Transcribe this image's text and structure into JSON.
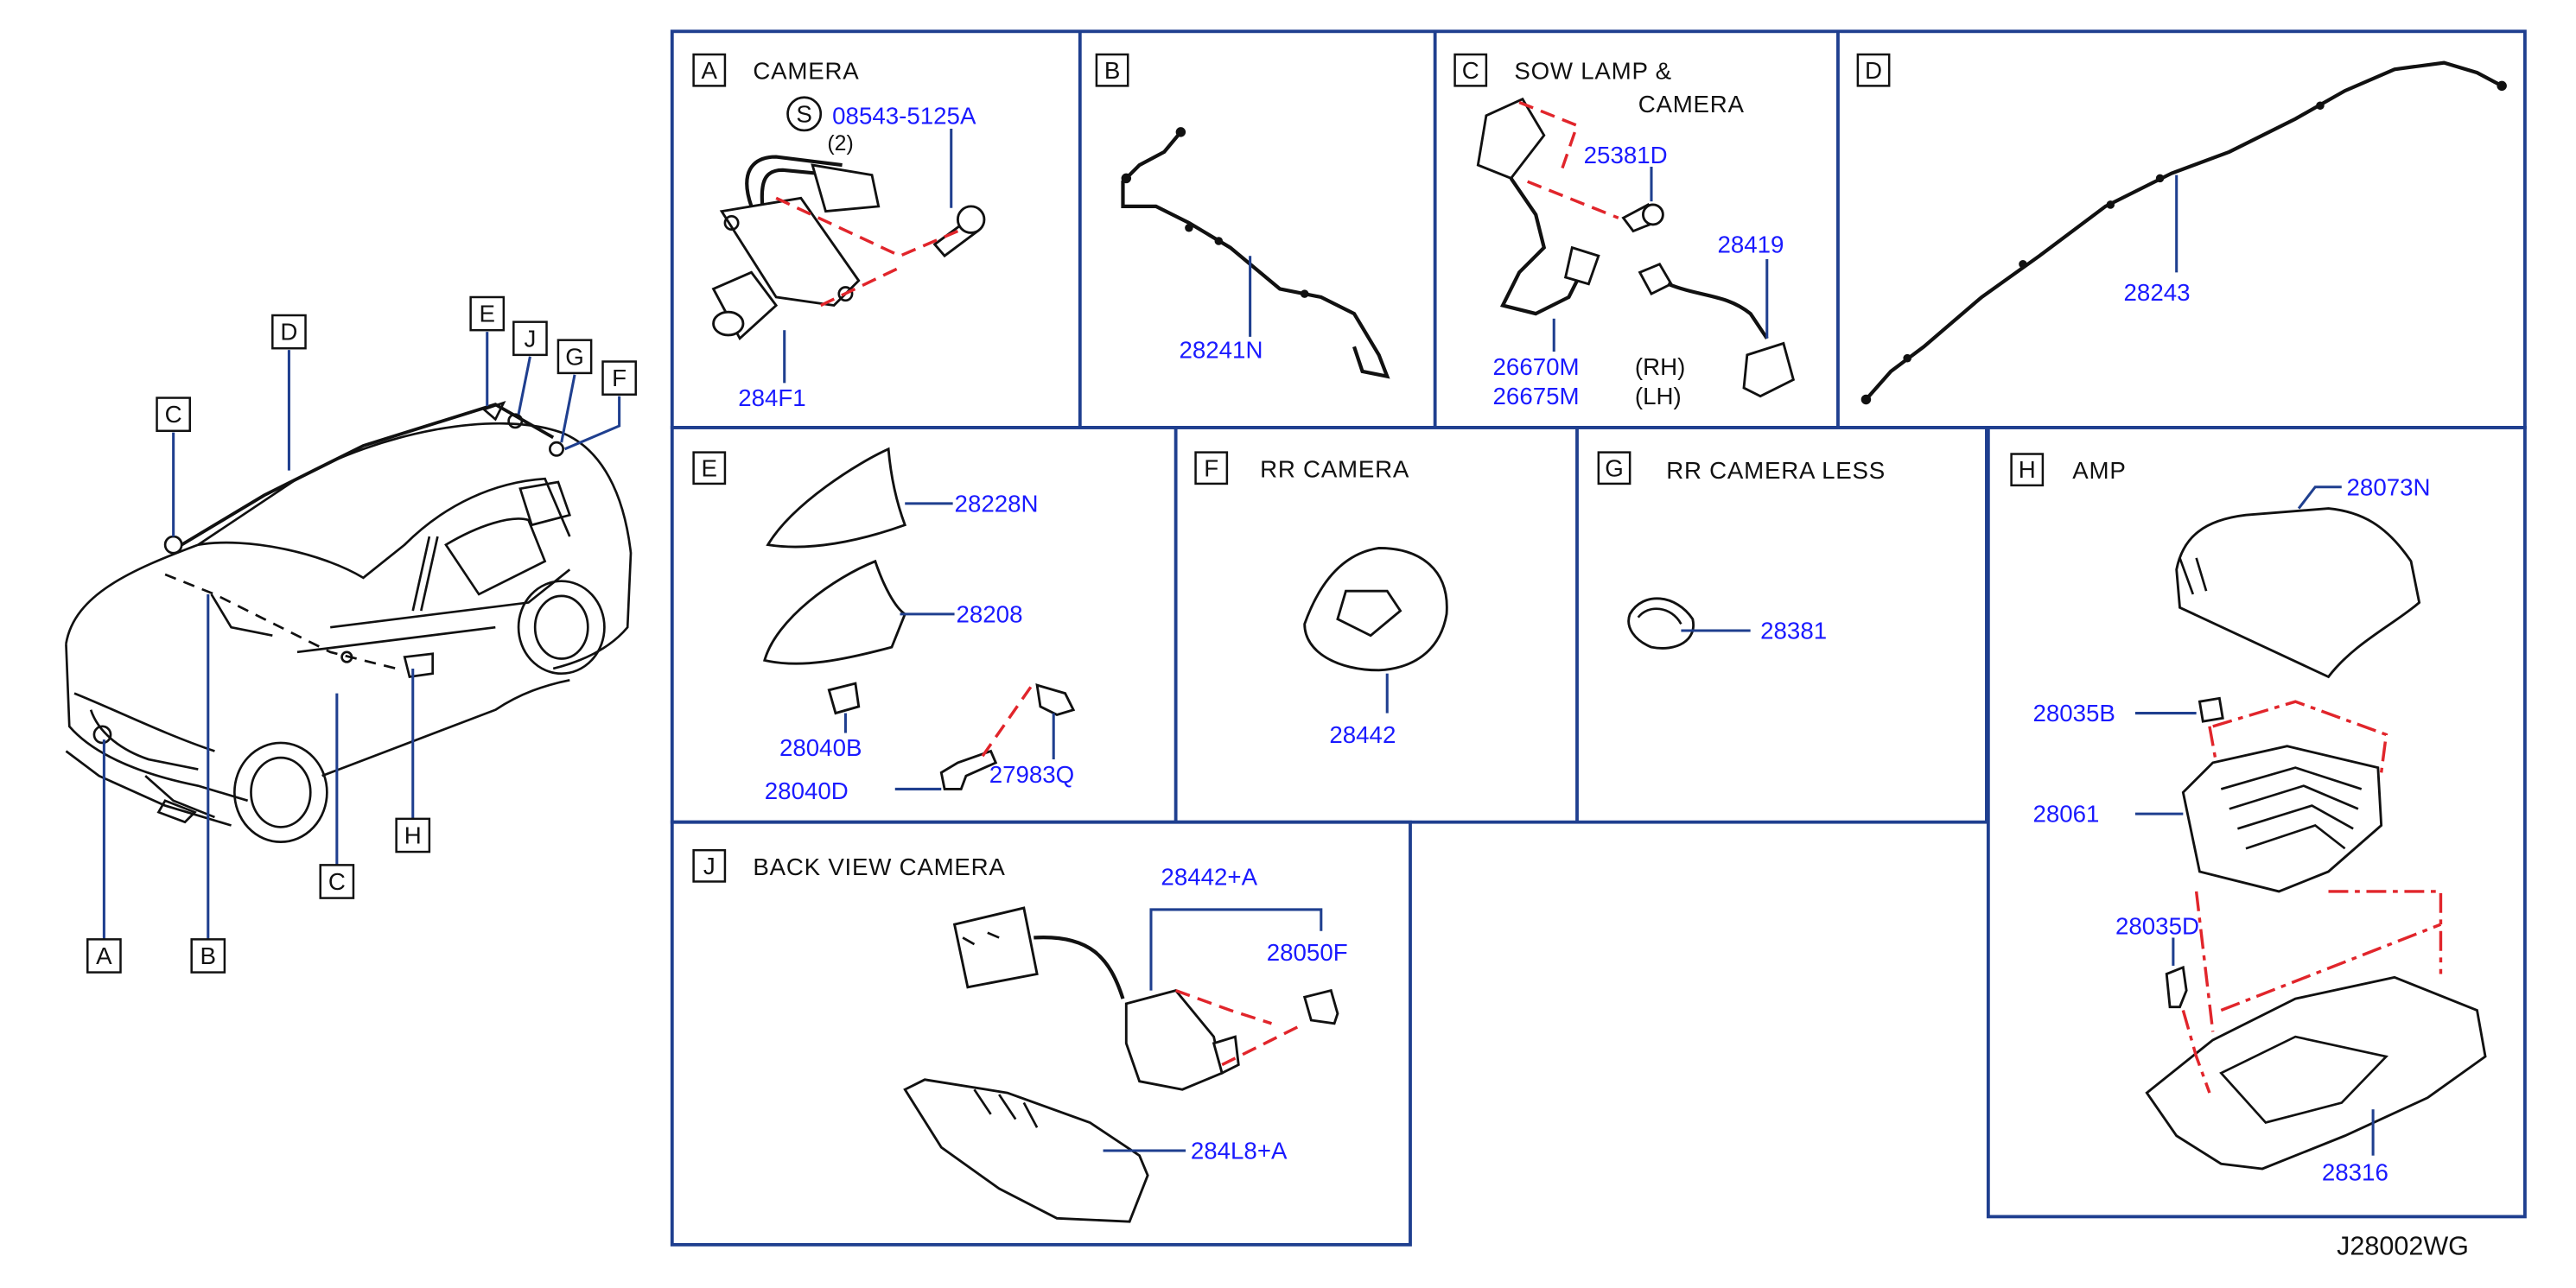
{
  "diagram_id": "J28002WG",
  "vehicle_callouts": [
    "C",
    "D",
    "E",
    "J",
    "G",
    "F",
    "H",
    "C",
    "A",
    "B"
  ],
  "panels": {
    "A": {
      "letter": "A",
      "title": "CAMERA",
      "screw_symbol": "S",
      "screw_part": "08543-5125A",
      "screw_qty": "(2)",
      "part": "284F1"
    },
    "B": {
      "letter": "B",
      "part": "28241N"
    },
    "C": {
      "letter": "C",
      "title_line1": "SOW   LAMP   &",
      "title_line2": "CAMERA",
      "part_screw": "25381D",
      "part_lamp": "28419",
      "part_rh": "26670M",
      "rh": "(RH)",
      "part_lh": "26675M",
      "lh": "(LH)"
    },
    "D": {
      "letter": "D",
      "part": "28243"
    },
    "E": {
      "letter": "E",
      "part_cover": "28228N",
      "part_antenna": "28208",
      "part_nut": "28040B",
      "part_bolt": "28040D",
      "part_clip": "27983Q"
    },
    "F": {
      "letter": "F",
      "title": "RR   CAMERA",
      "part": "28442"
    },
    "G": {
      "letter": "G",
      "title": "RR   CAMERA   LESS",
      "part": "28381"
    },
    "H": {
      "letter": "H",
      "title": "AMP",
      "part_cover": "28073N",
      "part_nut": "28035B",
      "part_amp": "28061",
      "part_bolt": "28035D",
      "part_bracket": "28316"
    },
    "J": {
      "letter": "J",
      "title": "BACK   VIEW   CAMERA",
      "part_assy": "28442+A",
      "part_clip": "28050F",
      "part_garnish": "284L8+A"
    }
  },
  "colors": {
    "part_number": "#1a1aff",
    "frame": "#1f3f8f",
    "phantom_line": "#e1252b"
  }
}
